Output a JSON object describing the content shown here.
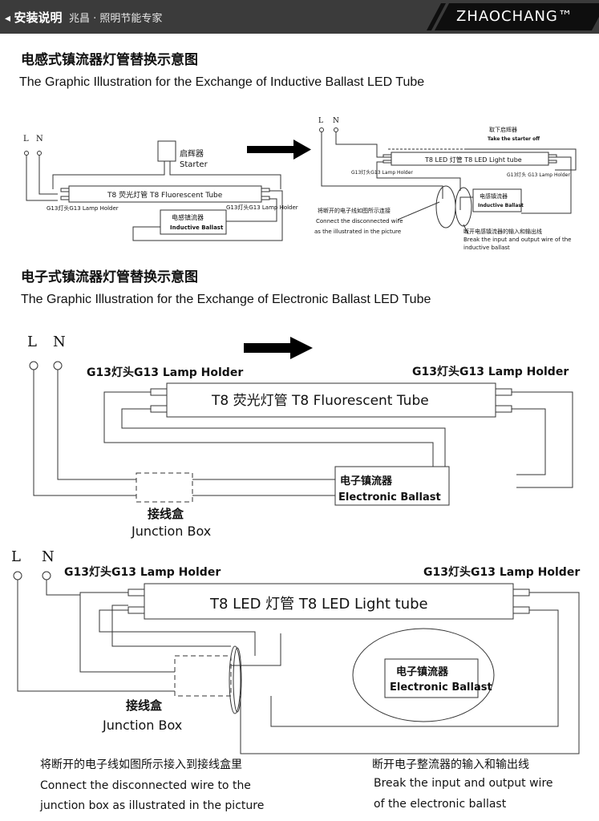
{
  "header": {
    "title": "安装说明",
    "subtitle": "兆昌 · 照明节能专家",
    "brand": "ZHAOCHANG™"
  },
  "inductive": {
    "title_zh": "电感式镇流器灯管替换示意图",
    "title_en": "The Graphic Illustration for the Exchange of Inductive Ballast LED Tube",
    "L": "L",
    "N": "N",
    "starter_zh": "启辉器",
    "starter_en": "Starter",
    "tube_label": "T8  荧光灯管  T8 Fluorescent Tube",
    "holder_left": "G13灯头G13 Lamp Holder",
    "holder_right": "G13灯头G13 Lamp Holder",
    "ballast_zh": "电感镇流器",
    "ballast_en": "Inductive Ballast",
    "led_tube_label": "T8  LED  灯管  T8 LED Light tube",
    "remove_starter_zh": "取下启辉器",
    "remove_starter_en": "Take the starter off",
    "holder_left_2": "G13灯头G13 Lamp Holder",
    "holder_right_2": "G13灯头 G13 Lamp Holder",
    "ballast_zh_2": "电感镇流器",
    "ballast_en_2": "Inductive Ballast",
    "note_left_zh": "将断开的电子线如图所示连接",
    "note_left_en1": "Connect the disconnected wire",
    "note_left_en2": "as the illustrated in the picture",
    "note_right_zh": "断开电感镇流器的输入和输出线",
    "note_right_en1": "Break the input and output wire of the",
    "note_right_en2": "inductive ballast"
  },
  "electronic": {
    "title_zh": "电子式镇流器灯管替换示意图",
    "title_en": "The Graphic Illustration for the Exchange of Electronic Ballast LED Tube",
    "L": "L",
    "N": "N",
    "holder_left": "G13灯头G13 Lamp Holder",
    "holder_right": "G13灯头G13 Lamp Holder",
    "tube_label": "T8  荧光灯管  T8 Fluorescent Tube",
    "ballast_zh": "电子镇流器",
    "ballast_en": "Electronic Ballast",
    "jbox_zh": "接线盒",
    "jbox_en": "Junction Box",
    "L2": "L",
    "N2": "N",
    "holder_left_2": "G13灯头G13 Lamp Holder",
    "holder_right_2": "G13灯头G13 Lamp Holder",
    "led_tube_label": "T8  LED  灯管  T8 LED Light tube",
    "ballast_zh_2": "电子镇流器",
    "ballast_en_2": "Electronic Ballast",
    "jbox_zh_2": "接线盒",
    "jbox_en_2": "Junction Box",
    "note_left_zh": "将断开的电子线如图所示接入到接线盒里",
    "note_left_en1": "Connect the disconnected wire to the",
    "note_left_en2": "junction box as illustrated in the picture",
    "note_right_zh": "断开电子整流器的输入和输出线",
    "note_right_en1": "Break the input and output wire",
    "note_right_en2": "of the electronic ballast"
  }
}
